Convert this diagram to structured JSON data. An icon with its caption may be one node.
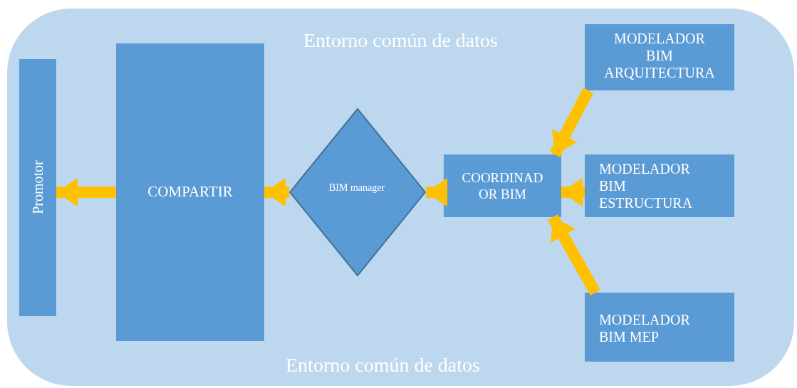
{
  "diagram": {
    "nodes": [
      {
        "text": [
          "Entorno común de datos",
          "Entorno común de datos"
        ]
      },
      {
        "text": [
          "Promotor"
        ],
        "in": 0
      },
      {
        "text": [
          "COMPARTIR"
        ],
        "in": 0
      },
      {
        "text": [
          "BIM manager"
        ],
        "in": 0
      },
      {
        "text": [
          "COORDINADOR BIM"
        ],
        "in": 0
      },
      {
        "text": [
          "MODELADOR BIM ARQUITECTURA"
        ],
        "in": 0
      },
      {
        "text": [
          "MODELADOR BIM ESTRUCTURA"
        ],
        "in": 0
      },
      {
        "text": [
          "MODELADOR BIM MEP"
        ],
        "in": 0
      }
    ],
    "edges": [
      {
        "from": 2,
        "to": 1,
        "arrow": "to"
      },
      {
        "from": 3,
        "to": 2,
        "arrow": "to"
      },
      {
        "from": 4,
        "to": 3,
        "arrow": "to"
      },
      {
        "from": 5,
        "to": 4,
        "arrow": "to"
      },
      {
        "from": 6,
        "to": 4,
        "arrow": "to"
      },
      {
        "from": 7,
        "to": 4,
        "arrow": "to"
      }
    ]
  }
}
